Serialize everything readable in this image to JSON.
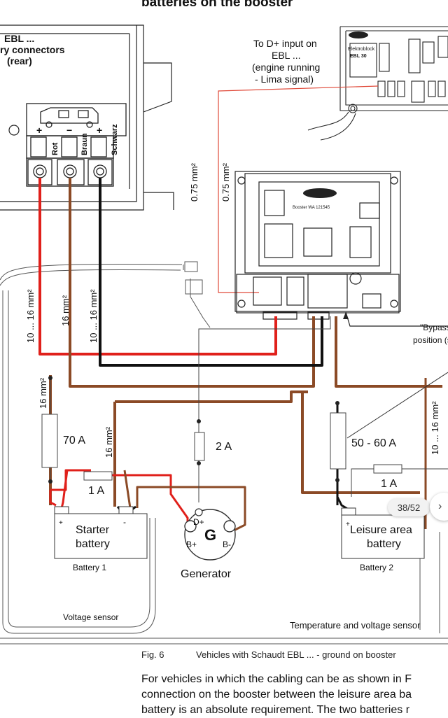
{
  "title_partial": "batteries on the booster",
  "labels": {
    "ebl_connectors_line1": "EBL ...",
    "ebl_connectors_line2": "ry connectors",
    "ebl_connectors_line3": "(rear)",
    "d_plus_line1": "To D+ input on",
    "d_plus_line2": "EBL ...",
    "d_plus_line3": "(engine running",
    "d_plus_line4": "- Lima signal)",
    "wire_075_a": "0.75 mm²",
    "wire_075_b": "0.75 mm²",
    "wire_rot": "Rot",
    "wire_braun": "Braun",
    "wire_schwarz": "Schwarz",
    "sign_plus_1": "+",
    "sign_minus": "−",
    "sign_plus_2": "+",
    "wire_10_16_a": "10 ... 16 mm²",
    "wire_16_b": "16 mm²",
    "wire_10_16_c": "10 ... 16 mm²",
    "wire_16_left": "16 mm²",
    "wire_16_mid": "16 mm²",
    "wire_10_16_right": "10 ... 16 mm²",
    "fuse_70a": "70 A",
    "fuse_2a": "2 A",
    "fuse_50_60a": "50 - 60 A",
    "fuse_1a_left": "1 A",
    "fuse_1a_right": "1 A",
    "bypass_line1": "\"Bypass",
    "bypass_line2": "position (s",
    "starter_battery_line1": "Starter",
    "starter_battery_line2": "battery",
    "battery1": "Battery 1",
    "leisure_battery_line1": "Leisure area",
    "leisure_battery_line2": "battery",
    "battery2": "Battery 2",
    "generator_g": "G",
    "generator_dplus": "D+",
    "generator_bplus": "B+",
    "generator_bminus": "B-",
    "generator": "Generator",
    "voltage_sensor": "Voltage sensor",
    "temp_voltage_sensor": "Temperature and voltage sensor",
    "booster_model": "Booster WA 121545",
    "ebl_brand": "Elektroblock",
    "ebl_model": "EBL 30"
  },
  "caption": {
    "fig": "Fig. 6",
    "text": "Vehicles with Schaudt EBL ... - ground on booster"
  },
  "body_text": [
    "For vehicles in which the cabling can be as shown in F",
    "connection on the booster between the leisure area ba",
    "battery is an absolute requirement. The two batteries r"
  ],
  "viewer": {
    "page_counter": "38/52",
    "next_icon": "next-page-icon"
  },
  "colors": {
    "red_wire": "#e0201b",
    "brown_wire": "#8b4a26",
    "black_wire": "#111111",
    "thin_red": "#e04a3a"
  }
}
